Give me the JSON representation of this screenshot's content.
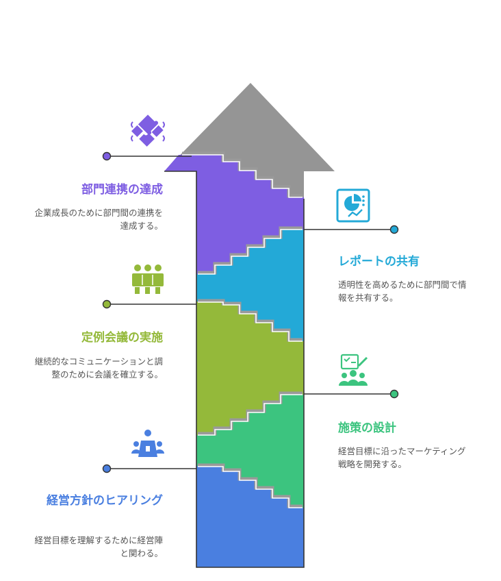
{
  "steps": [
    {
      "title": "経営方針のヒアリング",
      "desc": "経営目標を理解するために経営陣と関わる。",
      "color": "#4a7fe0",
      "icon": "meeting-table-icon"
    },
    {
      "title": "施策の設計",
      "desc": "経営目標に沿ったマーケティング戦略を開発する。",
      "color": "#3cc47f",
      "icon": "team-checklist-icon"
    },
    {
      "title": "定例会議の実施",
      "desc": "継続的なコミュニケーションと調整のために会議を確立する。",
      "color": "#94b93a",
      "icon": "group-meeting-icon"
    },
    {
      "title": "レポートの共有",
      "desc": "透明性を高めるために部門間で情報を共有する。",
      "color": "#23a9d7",
      "icon": "report-chart-icon"
    },
    {
      "title": "部門連携の達成",
      "desc": "企業成長のために部門間の連携を達成する。",
      "color": "#7e5ee2",
      "icon": "puzzle-icon"
    }
  ],
  "arrow_color": "#959595"
}
